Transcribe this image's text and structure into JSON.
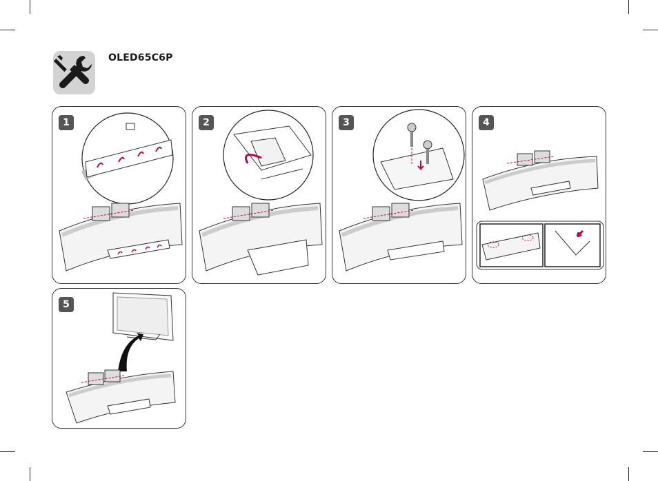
{
  "document": {
    "model": "OLED65C6P",
    "tools_icon": "screwdriver-wrench-icon",
    "accent_color": "#c8004a",
    "steps": [
      {
        "number": "1",
        "illustration": "tv-face-down-cover-removal"
      },
      {
        "number": "2",
        "illustration": "tv-face-down-stand-lift"
      },
      {
        "number": "3",
        "illustration": "tv-face-down-screw-insert"
      },
      {
        "number": "4",
        "illustration": "tv-face-down-stand-attached"
      },
      {
        "number": "5",
        "illustration": "tv-lift-upright"
      }
    ]
  }
}
